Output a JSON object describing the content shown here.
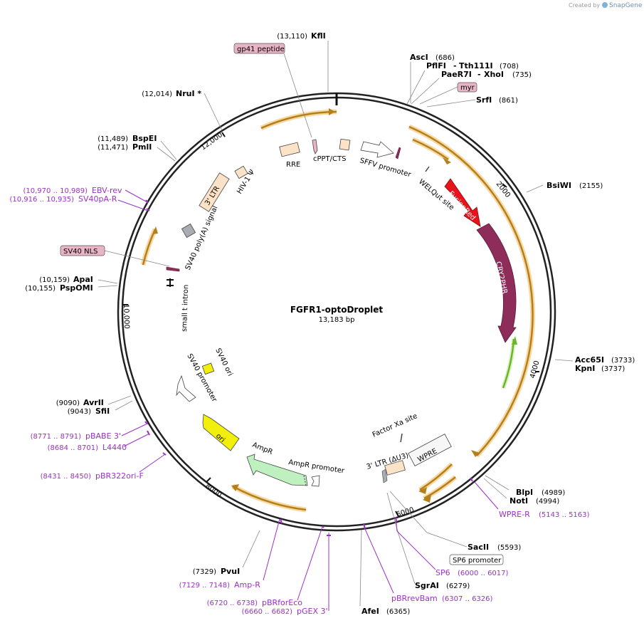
{
  "app": {
    "credit_prefix": "Created by",
    "credit_brand": "SnapGene"
  },
  "plasmid": {
    "name": "FGFR1-optoDroplet",
    "length": "13,183 bp",
    "total_bp": 13183
  },
  "colors": {
    "backbone": "#222222",
    "primer": "#9b30c8",
    "orf": "#b5801a",
    "orf_glow": "#f7d9a6",
    "fusionred": "#e8141b",
    "cry2phr": "#8e2c5a",
    "ampr": "#bff0c0",
    "ori": "#f2ef0c",
    "ltr": "#fce3c8",
    "generic": "#f3f3f3",
    "sv40_ori": "#f2ef0c",
    "green_orf": "#6ab82a",
    "gray_feat": "#a8adb3",
    "tag": "#e8b4c6"
  },
  "ticks": [
    {
      "label": "2000",
      "bp": 2000
    },
    {
      "label": "4000",
      "bp": 4000
    },
    {
      "label": "6000",
      "bp": 6000
    },
    {
      "label": "8000",
      "bp": 8000
    },
    {
      "label": "10,000",
      "bp": 10000
    },
    {
      "label": "12,000",
      "bp": 12000
    }
  ],
  "sites": [
    {
      "name": "KflI",
      "pos": "(13,110)",
      "bp": 13110
    },
    {
      "name": "AscI",
      "pos": "(686)",
      "bp": 686
    },
    {
      "name": "PflFI",
      "extra": "Tth111I",
      "pos": "(708)",
      "bp": 708
    },
    {
      "name": "PaeR7I",
      "extra": "XhoI",
      "pos": "(735)",
      "bp": 735
    },
    {
      "name": "SrfI",
      "pos": "(861)",
      "bp": 861
    },
    {
      "name": "BsiWI",
      "pos": "(2155)",
      "bp": 2155
    },
    {
      "name": "Acc65I",
      "pos": "(3733)",
      "bp": 3733
    },
    {
      "name": "KpnI",
      "pos": "(3737)",
      "bp": 3737
    },
    {
      "name": "BlpI",
      "pos": "(4989)",
      "bp": 4989
    },
    {
      "name": "NotI",
      "pos": "(4994)",
      "bp": 4994
    },
    {
      "name": "SacII",
      "pos": "(5593)",
      "bp": 5593
    },
    {
      "name": "SgrAI",
      "pos": "(6279)",
      "bp": 6279
    },
    {
      "name": "AfeI",
      "pos": "(6365)",
      "bp": 6365
    },
    {
      "name": "PvuI",
      "pos": "(7329)",
      "bp": 7329
    },
    {
      "name": "AvrII",
      "pos": "(9090)",
      "bp": 9090
    },
    {
      "name": "SfiI",
      "pos": "(9043)",
      "bp": 9043
    },
    {
      "name": "ApaI",
      "pos": "(10,159)",
      "bp": 10159
    },
    {
      "name": "PspOMI",
      "pos": "(10,155)",
      "bp": 10155
    },
    {
      "name": "BspEI",
      "pos": "(11,489)",
      "bp": 11489
    },
    {
      "name": "PmlI",
      "pos": "(11,471)",
      "bp": 11471
    },
    {
      "name": "NruI *",
      "pos": "(12,014)",
      "bp": 12014
    }
  ],
  "primers": [
    {
      "name": "WPRE-R",
      "range": "(5143 .. 5163)"
    },
    {
      "name": "SP6",
      "range": "(6000 .. 6017)"
    },
    {
      "name": "pBRrevBam",
      "range": "(6307 .. 6326)"
    },
    {
      "name": "Amp-R",
      "range": "(7129 .. 7148)"
    },
    {
      "name": "pBRforEco",
      "range": "(6720 .. 6738)"
    },
    {
      "name": "pGEX 3'",
      "range": "(6660 .. 6682)"
    },
    {
      "name": "pBR322ori-F",
      "range": "(8431 .. 8450)"
    },
    {
      "name": "L4440",
      "range": "(8684 .. 8701)"
    },
    {
      "name": "pBABE 3'",
      "range": "(8771 .. 8791)"
    },
    {
      "name": "EBV-rev",
      "range": "(10,970 .. 10,989)"
    },
    {
      "name": "SV40pA-R",
      "range": "(10,916 .. 10,935)"
    }
  ],
  "tags": {
    "gp41": "gp41 peptide",
    "myr": "myr",
    "sv40nls": "SV40 NLS",
    "sp6promoter": "SP6 promoter"
  },
  "features": {
    "fusionred": "FusionRed",
    "cry2phr": "CRY2PHR",
    "sffv": "SFFV promoter",
    "welqut": "WELQut site",
    "cppt": "cPPT/CTS",
    "rre": "RRE",
    "hiv": "HIV-1 Ψ",
    "ltr3": "3' LTR",
    "sv40polya": "SV40 poly(A) signal",
    "smallt": "small t intron",
    "sv40ori": "SV40 ori",
    "sv40promoter": "SV40 promoter",
    "ori": "ori",
    "ampr": "AmpR",
    "amprpromoter": "AmpR promoter",
    "ltr3du3": "3' LTR (ΔU3)",
    "wpre": "WPRE",
    "factorxa": "Factor Xa site"
  }
}
